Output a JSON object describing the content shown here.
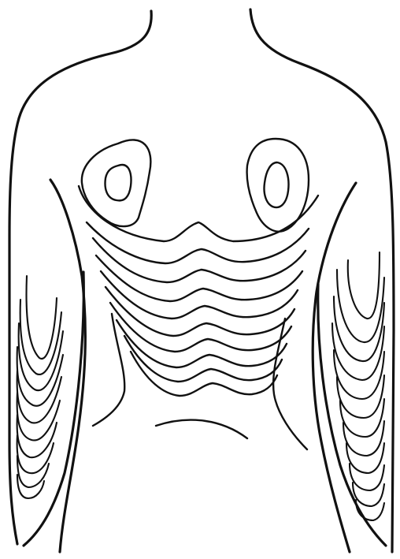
{
  "figure": {
    "kind": "line drawing",
    "subject": "torso-and-arms-contour-drawing",
    "colors": {
      "ink": "#111111",
      "background": "#ffffff"
    },
    "contour_counts": {
      "scapula_rings_each_side": 2,
      "back_wavy_lines": 10,
      "left_arm_curves": 10,
      "right_arm_curves": 12
    }
  }
}
